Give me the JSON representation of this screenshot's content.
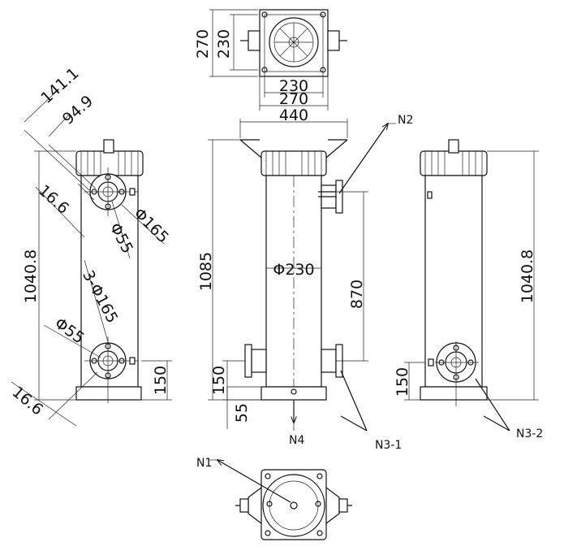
{
  "dims": {
    "top_270_v": "270",
    "top_230_v": "230",
    "top_230_h": "230",
    "top_270_h": "270",
    "left_141": "141.1",
    "left_94": "94.9",
    "left_166_top": "16.6",
    "left_phi165_top": "Φ165",
    "left_phi55_top": "Φ55",
    "left_3phi165": "3-Φ165",
    "left_phi55_bot": "Φ55",
    "left_1040": "1040.8",
    "left_150": "150",
    "left_166_bot": "16.6",
    "mid_440": "440",
    "mid_1085": "1085",
    "mid_phi230": "Φ230",
    "mid_870": "870",
    "mid_150": "150",
    "mid_55": "55",
    "right_1040": "1040.8",
    "right_150": "150"
  },
  "labels": {
    "n1": "N1",
    "n2": "N2",
    "n3_1": "N3-1",
    "n3_2": "N3-2",
    "n4": "N4"
  }
}
